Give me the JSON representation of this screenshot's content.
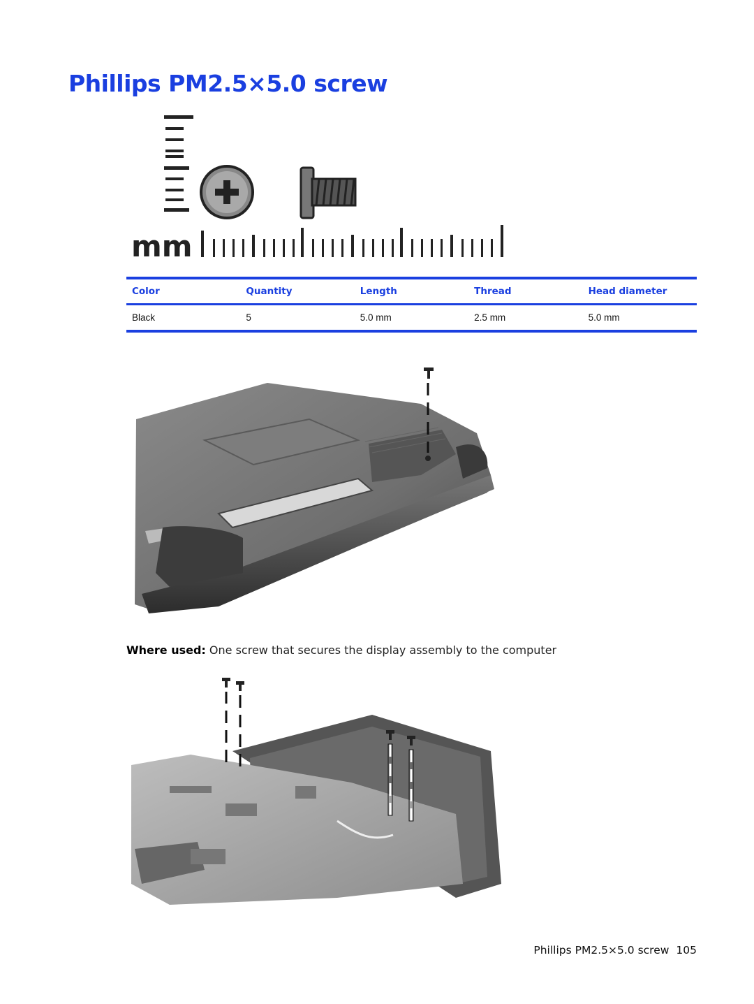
{
  "page": {
    "title": "Phillips PM2.5×5.0 screw",
    "scale_unit_label": "mm"
  },
  "spec_table": {
    "headers": [
      "Color",
      "Quantity",
      "Length",
      "Thread",
      "Head diameter"
    ],
    "row": [
      "Black",
      "5",
      "5.0 mm",
      "2.5 mm",
      "5.0 mm"
    ]
  },
  "where_used": {
    "label": "Where used:",
    "text": "One screw that secures the display assembly to the computer"
  },
  "footer": {
    "section": "Phillips PM2.5×5.0 screw",
    "page_number": "105"
  },
  "colors": {
    "accent": "#1a3fe0"
  }
}
